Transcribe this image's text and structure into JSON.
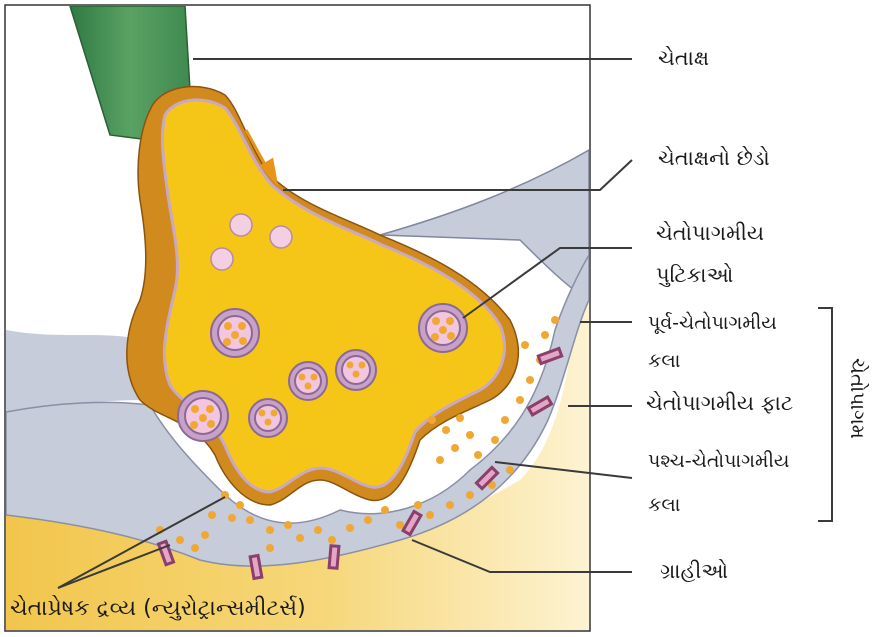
{
  "colors": {
    "axon_green": "#4f9457",
    "terminal_yellow": "#f5c518",
    "terminal_orange": "#d08a1e",
    "membrane_pink": "#d9a0c4",
    "cleft_grey": "#c6ccd9",
    "post_yellow": "#f2cd57",
    "post_fade": "#fbeec0",
    "vesicle_pink": "#e8bcd8",
    "transmitter_orange": "#f0a833",
    "line": "#3a3a3a"
  },
  "labels": {
    "axon": "ચેતાક્ષ",
    "axon_terminal": "ચેતાક્ષનો છેડો",
    "vesicles_1": "ચેતોપાગમીય",
    "vesicles_2": "પુટિકાઓ",
    "pre_membrane_1": "પૂર્વ-ચેતોપાગમીય",
    "pre_membrane_2": "કલા",
    "cleft": "ચેતોપાગમીય ફાટ",
    "post_membrane_1": "પશ્ચ-ચેતોપાગમીય",
    "post_membrane_2": "કલા",
    "receptors": "ગ્રાહીઓ",
    "neurotransmitters": "ચેતાપ્રેષક દ્રવ્ય (ન્યુરોટ્રાન્સમીટર્સ)",
    "synapse": "ચેતોપાગમ"
  }
}
